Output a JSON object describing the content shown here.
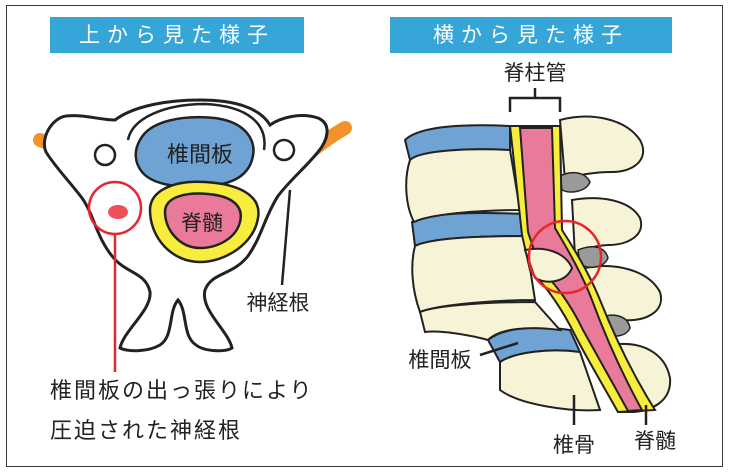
{
  "headers": {
    "top_view": "上から見た様子",
    "side_view": "横から見た様子"
  },
  "top_view": {
    "disc_label": "椎間板",
    "spinal_cord_label": "脊髄",
    "nerve_root_label": "神経根",
    "callout_line1": "椎間板の出っ張りにより",
    "callout_line2": "圧迫された神経根"
  },
  "side_view": {
    "canal_label": "脊柱管",
    "disc_label": "椎間板",
    "vertebra_label": "椎骨",
    "spinal_cord_label": "脊髄"
  },
  "colors": {
    "header_bg": "#36a6d9",
    "disc_blue": "#6fa3d4",
    "spinal_cord_pink": "#ea7a9a",
    "canal_yellow": "#f8ec3c",
    "nerve_orange": "#f2922a",
    "bone_cream": "#f7f3d6",
    "highlight_red": "#e8242c"
  }
}
